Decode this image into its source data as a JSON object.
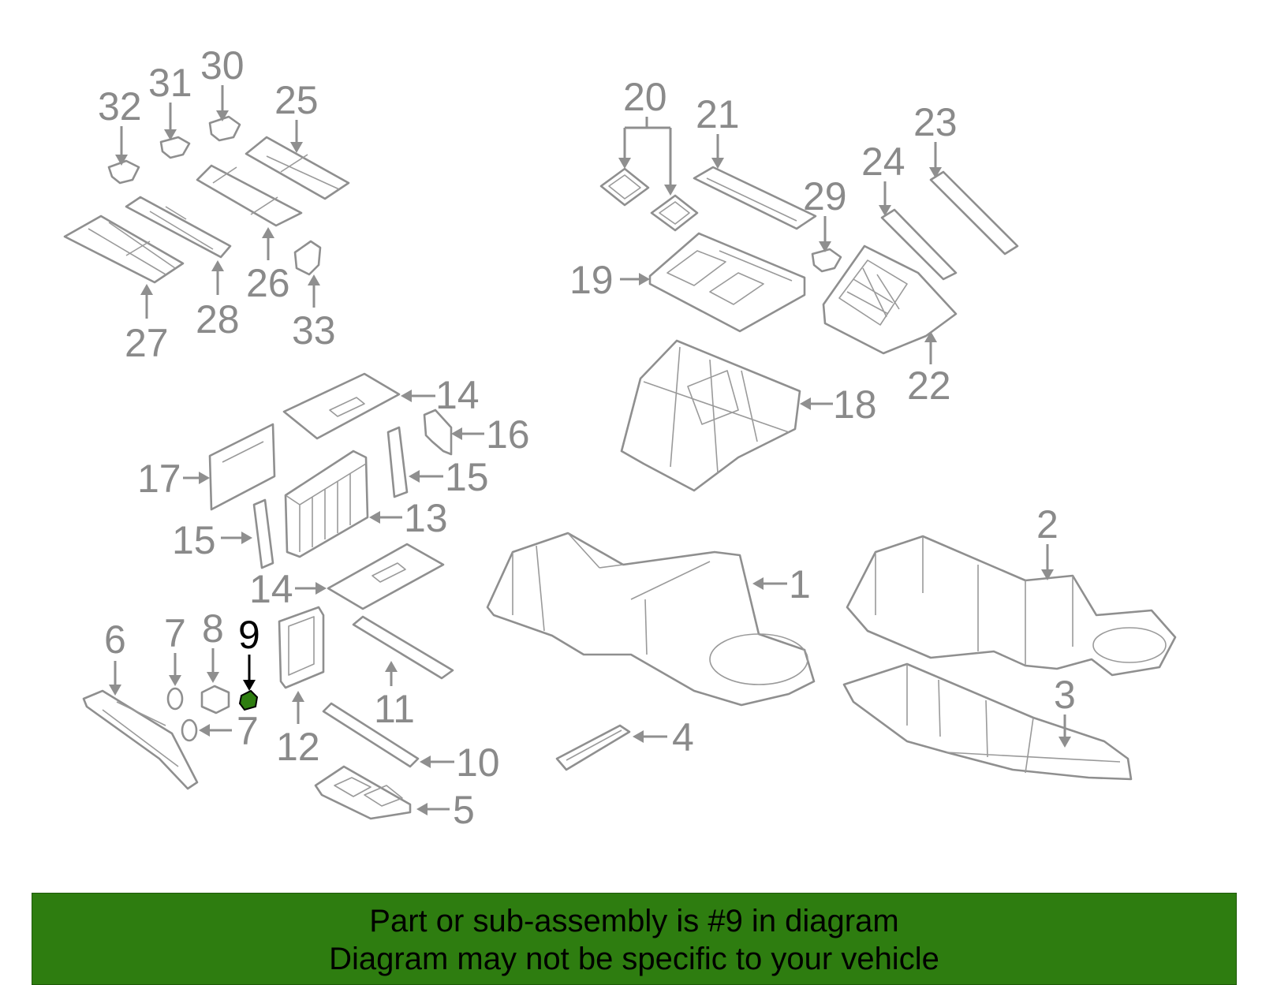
{
  "diagram": {
    "callouts": {
      "c1": "1",
      "c2": "2",
      "c3": "3",
      "c4": "4",
      "c5": "5",
      "c6": "6",
      "c7a": "7",
      "c7b": "7",
      "c8": "8",
      "c9": "9",
      "c10": "10",
      "c11": "11",
      "c12": "12",
      "c13": "13",
      "c14a": "14",
      "c14b": "14",
      "c15a": "15",
      "c15b": "15",
      "c16": "16",
      "c17": "17",
      "c18": "18",
      "c19": "19",
      "c20": "20",
      "c21": "21",
      "c22": "22",
      "c23": "23",
      "c24": "24",
      "c25": "25",
      "c26": "26",
      "c27": "27",
      "c28": "28",
      "c29": "29",
      "c30": "30",
      "c31": "31",
      "c32": "32",
      "c33": "33"
    },
    "highlighted_part": "9",
    "highlight_color": "#2e7d10",
    "part_line_color": "#8f8f8f",
    "callout_color": "#8a8a8a"
  },
  "banner": {
    "line1": "Part or sub-assembly is #9 in diagram",
    "line2": "Diagram may not be specific to your vehicle",
    "background_color": "#2e7d10"
  }
}
